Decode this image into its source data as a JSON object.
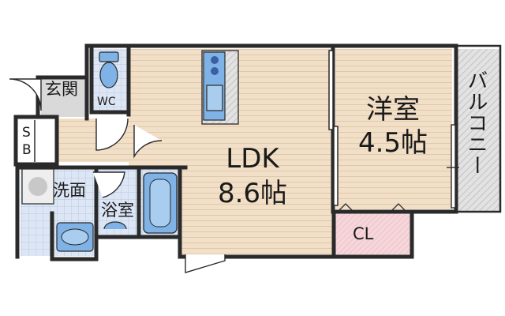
{
  "rooms": {
    "ldk": {
      "name": "LDK",
      "size": "8.6帖"
    },
    "western": {
      "name": "洋室",
      "size": "4.5帖"
    },
    "balcony": "バルコニー",
    "closet": "CL",
    "entrance": "玄関",
    "toilet": "WC",
    "shoe_box_top": "S",
    "shoe_box_bottom": "B",
    "washroom": "洗面",
    "bathroom": "浴室"
  },
  "colors": {
    "wall": "#2a2a2a",
    "flooring": "#f2dfc7",
    "flooring_line": "#e0c9ab",
    "tile": "#dde6f4",
    "tile_line": "#b9c8e2",
    "balcony": "#d7d7d7",
    "closet": "#f5d6da",
    "entrance": "#d9d9d9",
    "fixture_blue": "#7fb2e6",
    "stove": "#3b5fa0"
  }
}
